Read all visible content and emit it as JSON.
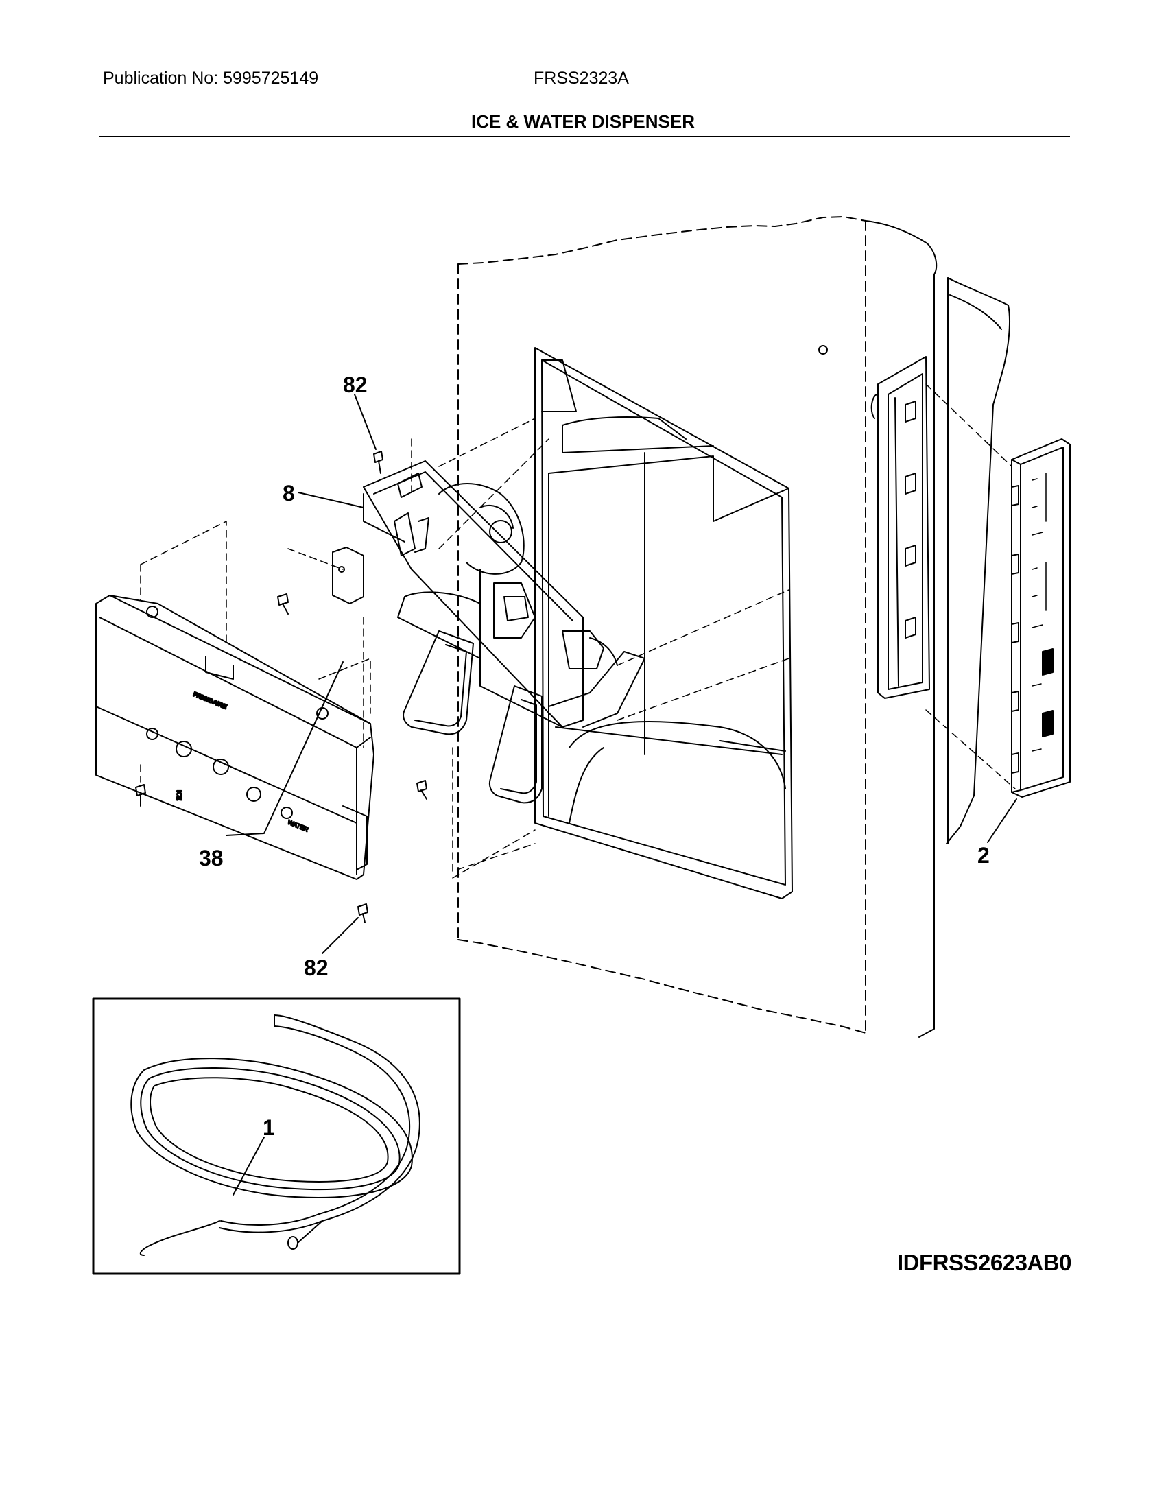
{
  "header": {
    "publication": "Publication No: 5995725149",
    "model": "FRSS2323A",
    "title": "ICE & WATER DISPENSER"
  },
  "callouts": {
    "screw_top": "82",
    "screw_bottom": "82",
    "housing": "8",
    "ice_water_panel": "38",
    "control_panel": "2",
    "water_tube": "1"
  },
  "panel_labels": {
    "brand": "FRIGIDAIRE",
    "ice": "ICE",
    "water": "WATER"
  },
  "figure_id": "IDFRSS2623AB0"
}
